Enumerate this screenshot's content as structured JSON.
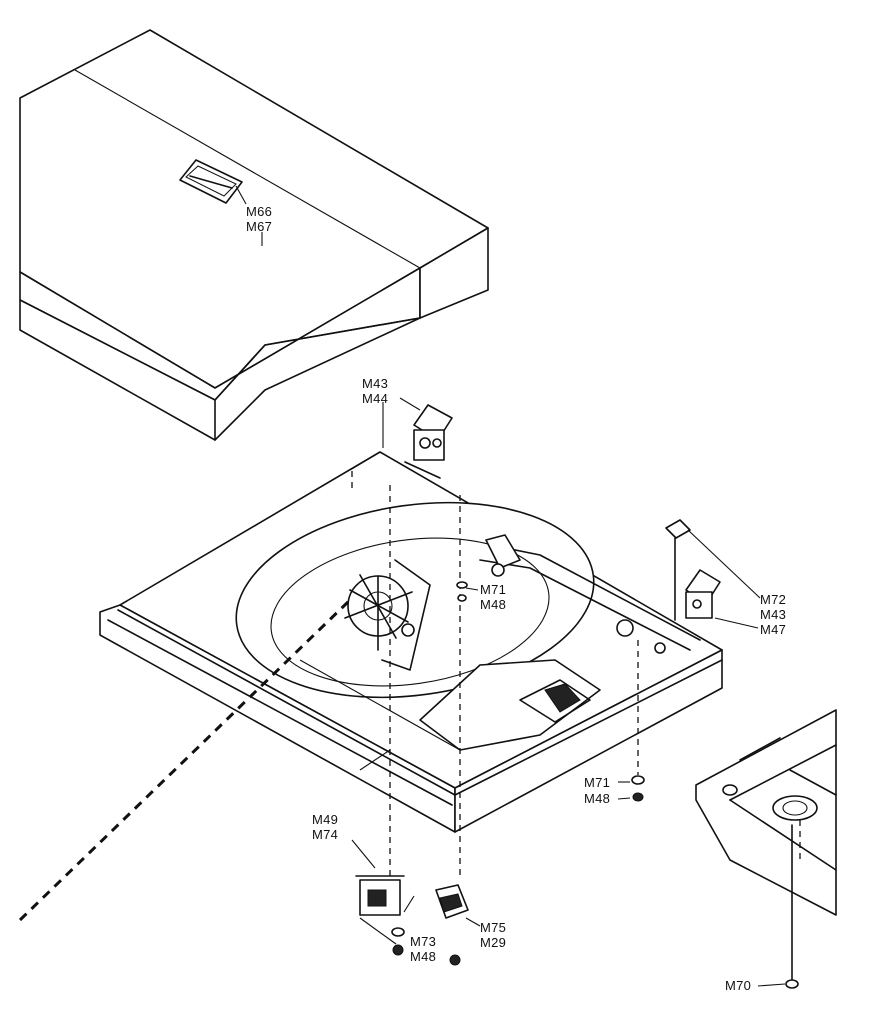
{
  "labels": {
    "m66": "M66",
    "m67": "M67",
    "m43_top": "M43",
    "m44": "M44",
    "m71_mid": "M71",
    "m48_mid": "M48",
    "m72": "M72",
    "m43_right": "M43",
    "m47": "M47",
    "m71_low": "M71",
    "m48_low": "M48",
    "m49": "M49",
    "m74": "M74",
    "m75": "M75",
    "m29": "M29",
    "m73": "M73",
    "m48_bottom": "M48",
    "m70": "M70"
  }
}
